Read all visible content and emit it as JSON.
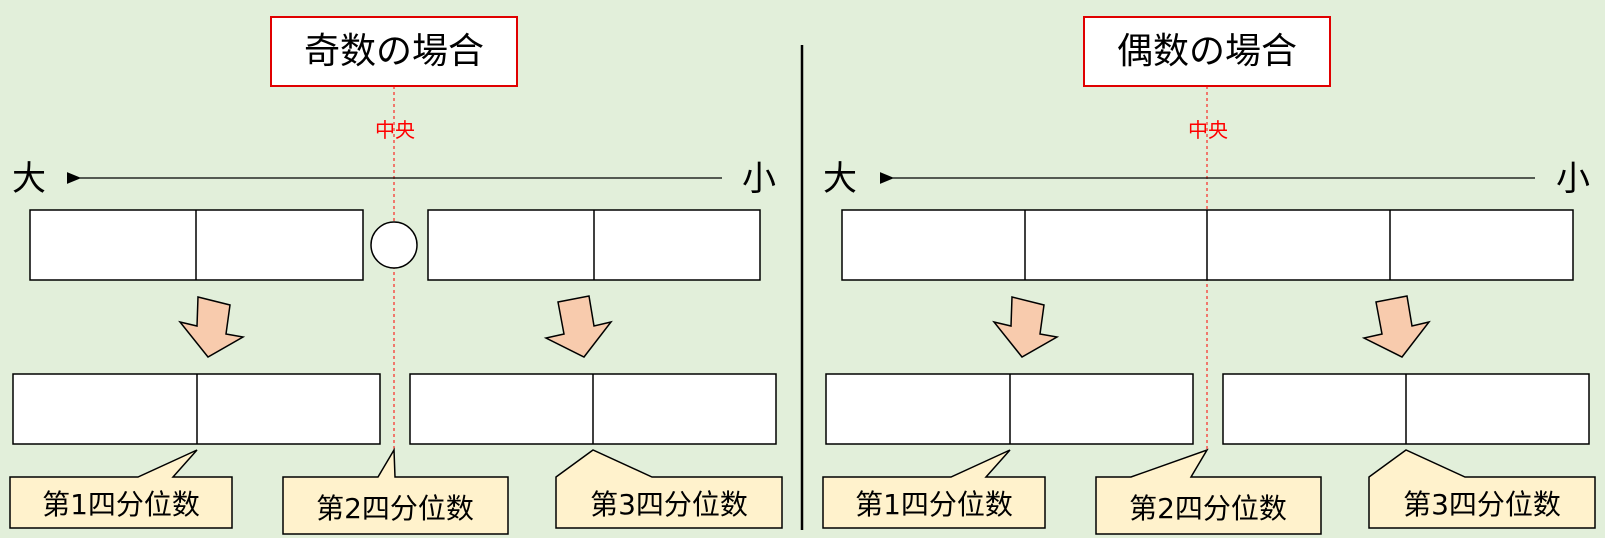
{
  "colors": {
    "background": "#e2efda",
    "title_border": "#e00000",
    "center_line": "#ff0000",
    "arrow_fill": "#f8cbad",
    "callout_fill": "#fff2cc",
    "stroke": "#000000"
  },
  "odd": {
    "title": "奇数の場合",
    "center_label": "中央",
    "large_label": "大",
    "small_label": "小",
    "quartiles": [
      "第1四分位数",
      "第2四分位数",
      "第3四分位数"
    ]
  },
  "even": {
    "title": "偶数の場合",
    "center_label": "中央",
    "large_label": "大",
    "small_label": "小",
    "quartiles": [
      "第1四分位数",
      "第2四分位数",
      "第3四分位数"
    ]
  }
}
